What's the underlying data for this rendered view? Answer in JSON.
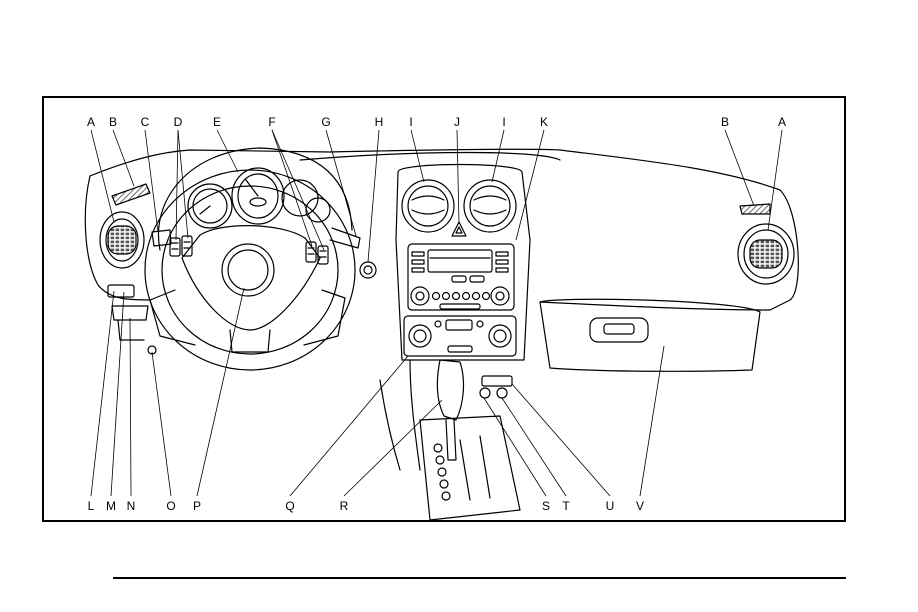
{
  "colors": {
    "line": "#000000",
    "background": "#ffffff",
    "hatch": "#444444"
  },
  "callouts": {
    "top": [
      "A",
      "B",
      "C",
      "D",
      "E",
      "F",
      "G",
      "H",
      "I",
      "J",
      "I",
      "K",
      "B",
      "A"
    ],
    "bottom": [
      "L",
      "M",
      "N",
      "O",
      "P",
      "Q",
      "R",
      "S",
      "T",
      "U",
      "V"
    ]
  }
}
